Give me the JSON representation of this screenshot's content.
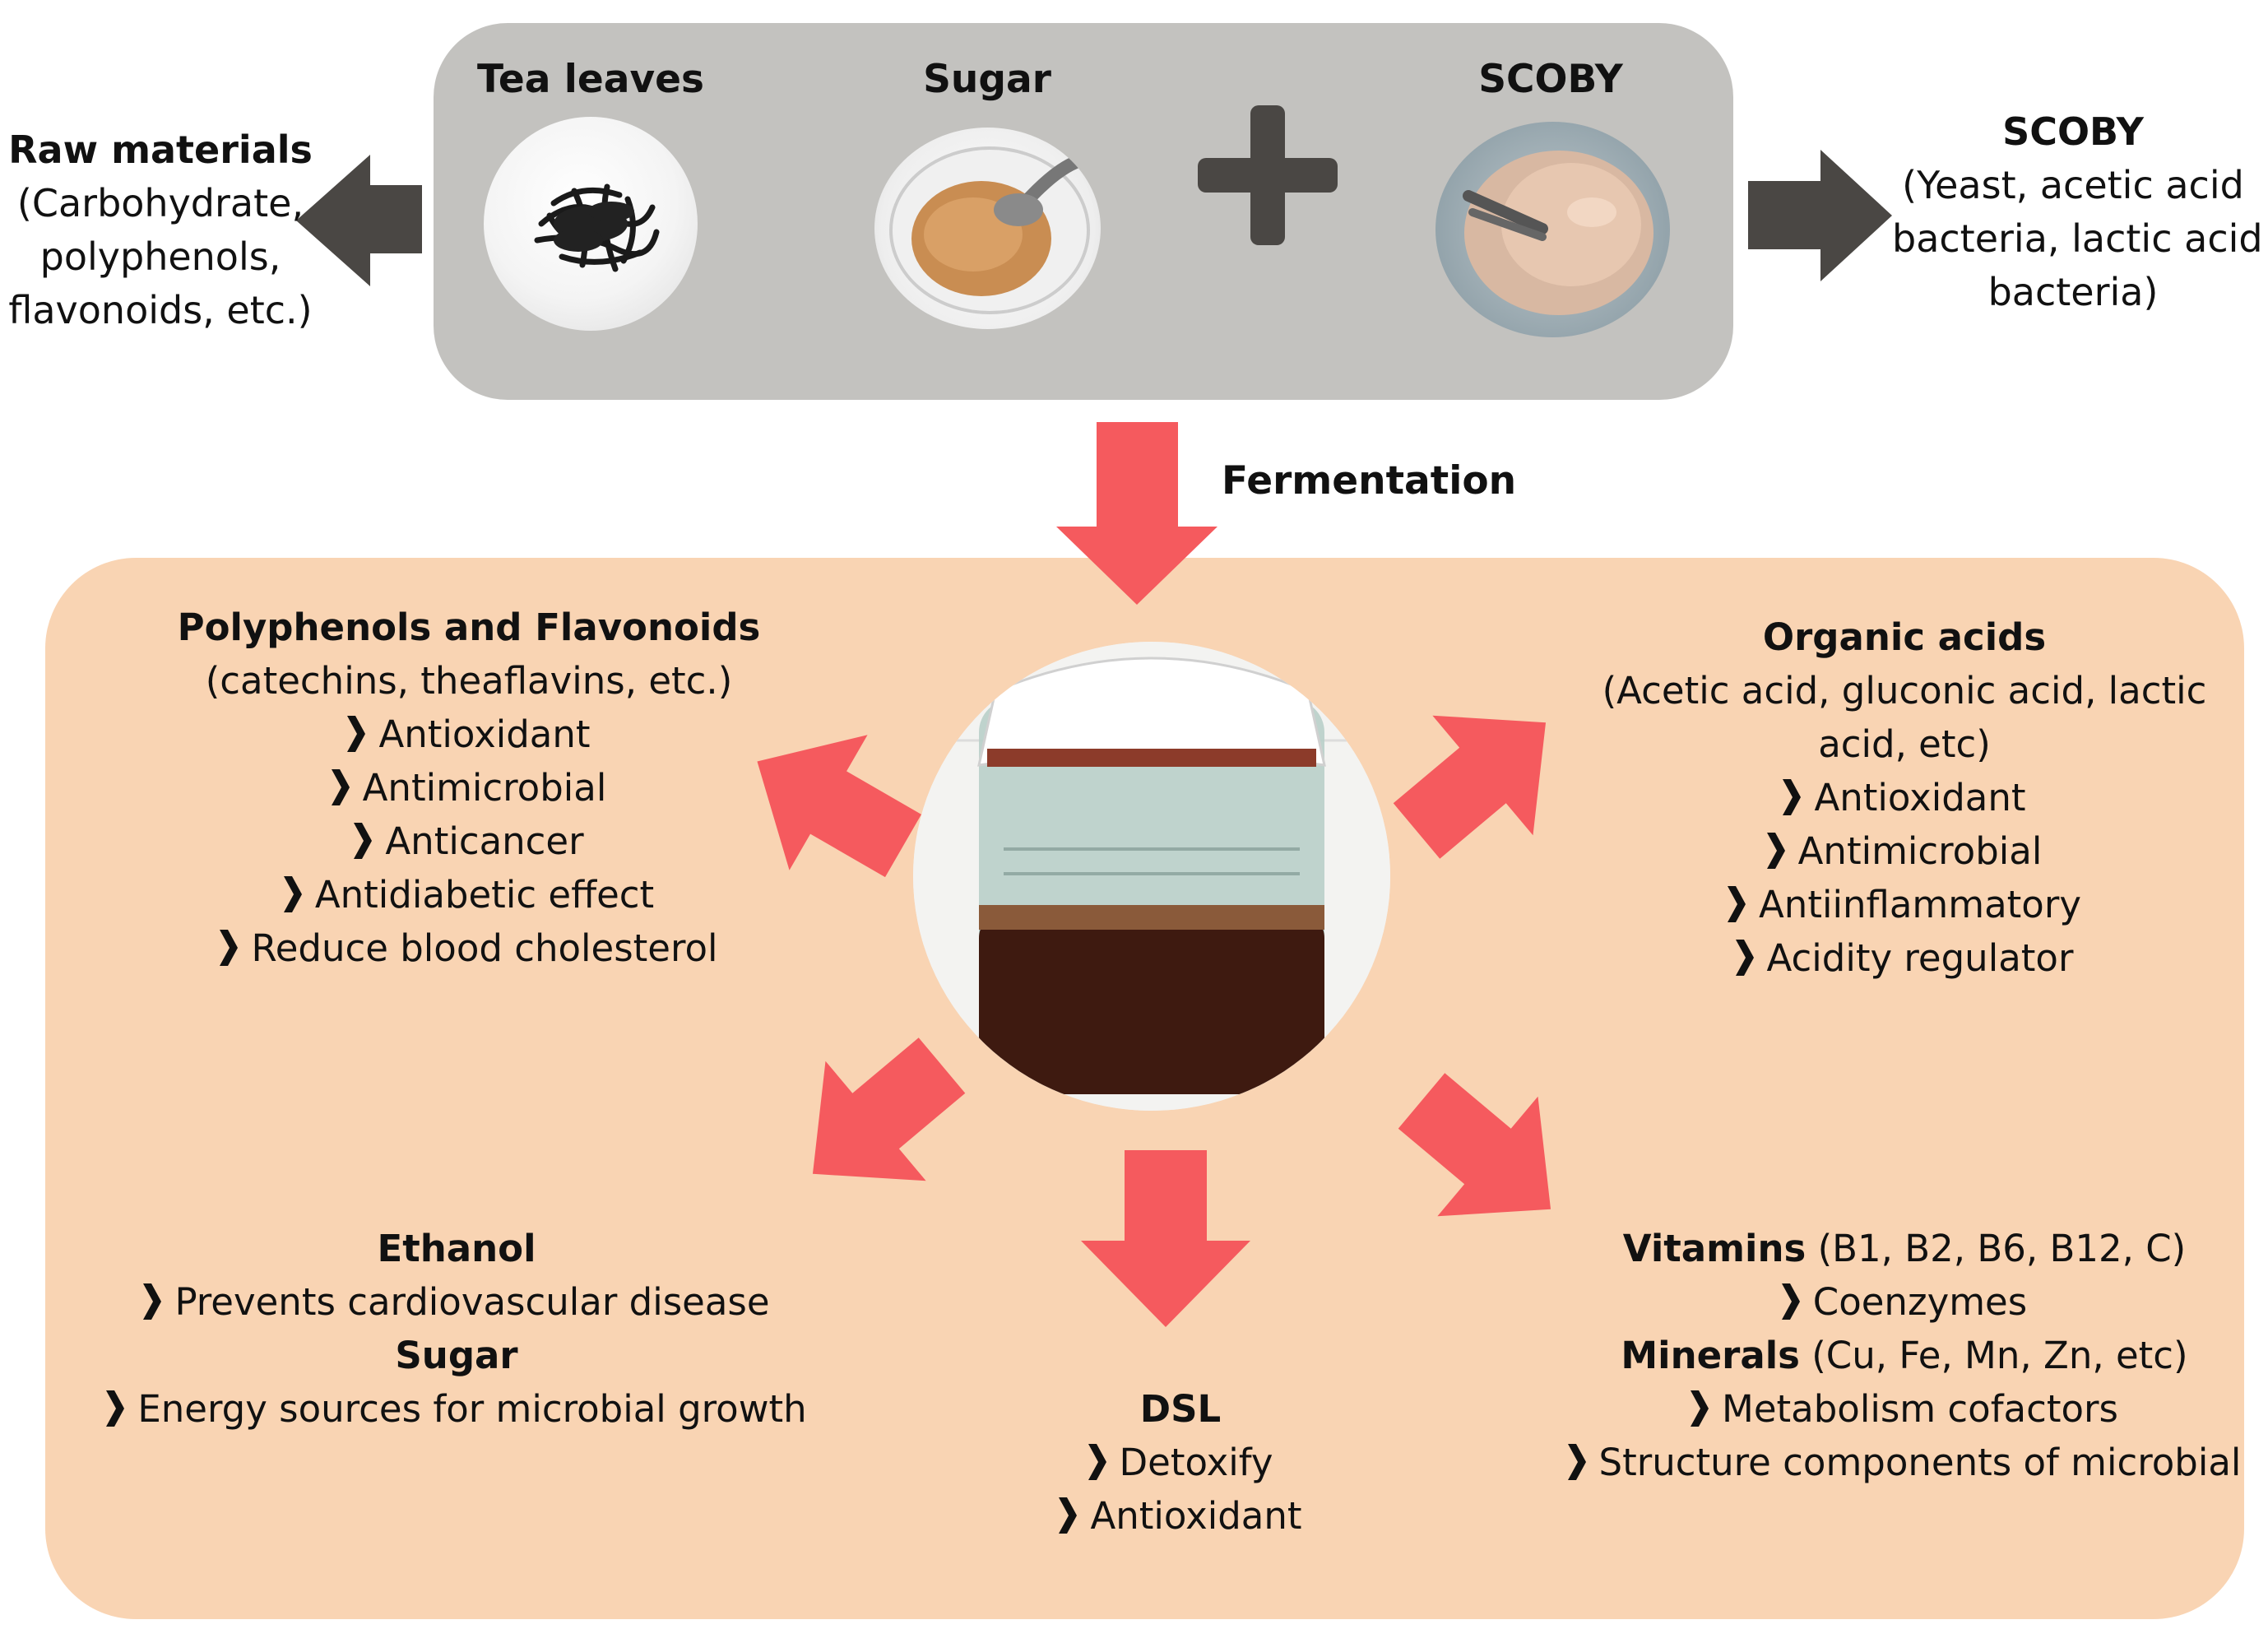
{
  "colors": {
    "top_panel": "#c3c2bf",
    "bottom_panel": "#f9d4b3",
    "dark_arrow": "#4a4744",
    "red_arrow": "#f55a5e",
    "text": "#111111"
  },
  "top": {
    "tea_label": "Tea leaves",
    "sugar_label": "Sugar",
    "scoby_label": "SCOBY",
    "plus_icon": "plus-icon"
  },
  "left_side": {
    "title": "Raw materials",
    "lines": [
      "(Carbohydrate,",
      "polyphenols,",
      "flavonoids, etc.)"
    ]
  },
  "right_side": {
    "title": "SCOBY",
    "lines": [
      "(Yeast, acetic acid",
      "bacteria, lactic acid",
      "bacteria)"
    ]
  },
  "fermentation_label": "Fermentation",
  "polyphenols": {
    "title": "Polyphenols and Flavonoids",
    "subtitle": "(catechins, theaflavins, etc.)",
    "items": [
      "Antioxidant",
      "Antimicrobial",
      "Anticancer",
      "Antidiabetic effect",
      "Reduce blood cholesterol"
    ]
  },
  "organic_acids": {
    "title": "Organic acids",
    "subtitle": [
      "(Acetic acid, gluconic acid, lactic",
      "acid, etc)"
    ],
    "items": [
      "Antioxidant",
      "Antimicrobial",
      "Antiinflammatory",
      "Acidity regulator"
    ]
  },
  "ethanol": {
    "title": "Ethanol",
    "items": [
      "Prevents cardiovascular disease"
    ],
    "sugar_title": "Sugar",
    "sugar_items": [
      "Energy sources for microbial growth"
    ]
  },
  "dsl": {
    "title": "DSL",
    "items": [
      "Detoxify",
      "Antioxidant"
    ]
  },
  "vitamins": {
    "title": "Vitamins",
    "title_detail": " (B1, B2, B6, B12, C)",
    "items": [
      "Coenzymes"
    ],
    "minerals_title": "Minerals",
    "minerals_detail": " (Cu, Fe, Mn, Zn, etc)",
    "minerals_items": [
      "Metabolism cofactors",
      "Structure components of microbial"
    ]
  }
}
